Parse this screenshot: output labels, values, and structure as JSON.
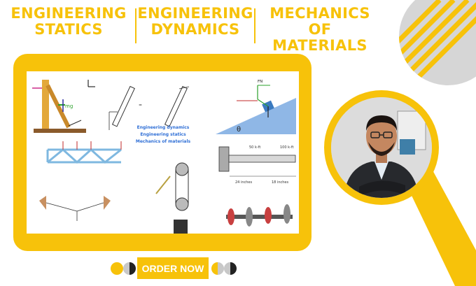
{
  "header": {
    "col1": {
      "line1": "ENGINEERING",
      "line2": "STATICS"
    },
    "col2": {
      "line1": "ENGINEERING",
      "line2": "DYNAMICS"
    },
    "col3": {
      "line1": "MECHANICS OF",
      "line2": "MATERIALS"
    }
  },
  "collage": {
    "center_text": [
      "Engineering dynamics",
      "Engineering statics",
      "Mechanics of materials"
    ],
    "labels": {
      "mg": "mg",
      "theta": "θ",
      "fn": "FN",
      "length1": "24 inches",
      "length2": "18 inches",
      "torque1": "50 k-ft",
      "torque2": "100 k-ft"
    }
  },
  "cta": {
    "label": "ORDER  NOW"
  },
  "colors": {
    "accent": "#f7c20a",
    "grey": "#c8c8c8",
    "dark": "#222222"
  }
}
